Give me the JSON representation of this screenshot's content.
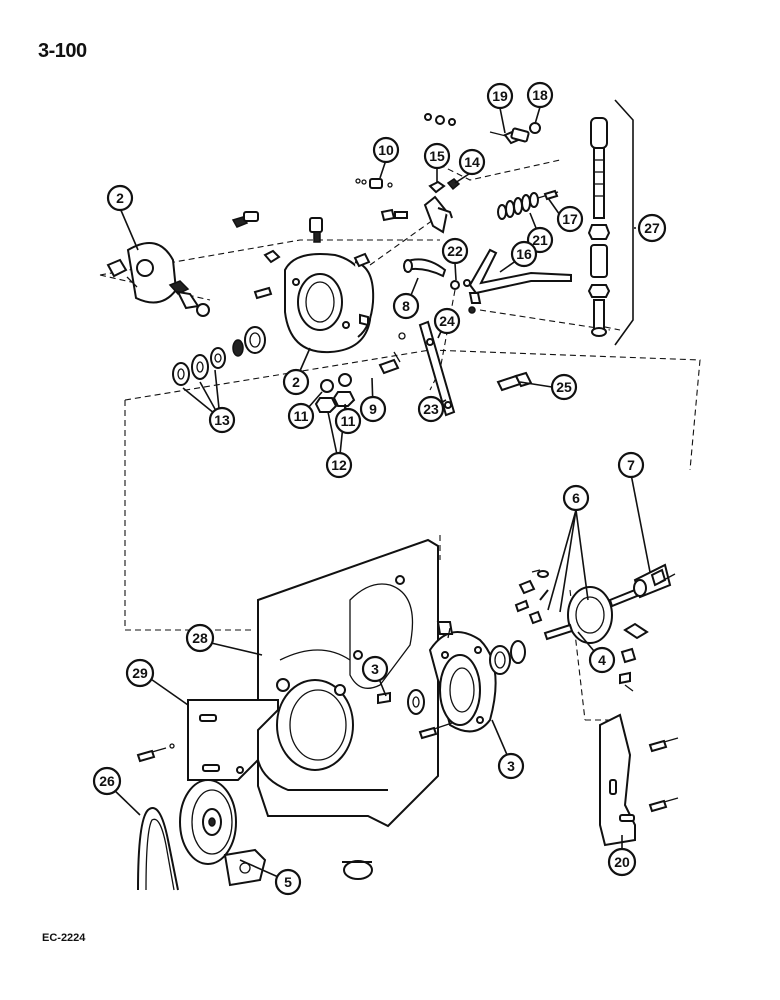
{
  "page": {
    "number": "3-100",
    "code": "EC-2224"
  },
  "callouts": [
    {
      "label": "2"
    },
    {
      "label": "10"
    },
    {
      "label": "15"
    },
    {
      "label": "14"
    },
    {
      "label": "19"
    },
    {
      "label": "18"
    },
    {
      "label": "17"
    },
    {
      "label": "21"
    },
    {
      "label": "27"
    },
    {
      "label": "22"
    },
    {
      "label": "16"
    },
    {
      "label": "8"
    },
    {
      "label": "24"
    },
    {
      "label": "25"
    },
    {
      "label": "2"
    },
    {
      "label": "13"
    },
    {
      "label": "11"
    },
    {
      "label": "9"
    },
    {
      "label": "11"
    },
    {
      "label": "12"
    },
    {
      "label": "23"
    },
    {
      "label": "6"
    },
    {
      "label": "7"
    },
    {
      "label": "28"
    },
    {
      "label": "3"
    },
    {
      "label": "4"
    },
    {
      "label": "29"
    },
    {
      "label": "3"
    },
    {
      "label": "26"
    },
    {
      "label": "5"
    },
    {
      "label": "20"
    }
  ]
}
